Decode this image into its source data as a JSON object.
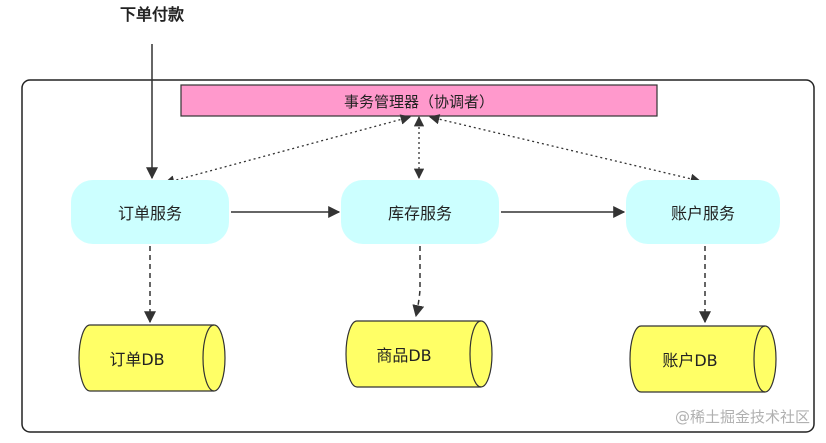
{
  "trigger_label": "下单付款",
  "coordinator_label": "事务管理器（协调者）",
  "services": [
    {
      "label": "订单服务"
    },
    {
      "label": "库存服务"
    },
    {
      "label": "账户服务"
    }
  ],
  "databases": [
    {
      "label": "订单DB"
    },
    {
      "label": "商品DB"
    },
    {
      "label": "账户DB"
    }
  ],
  "watermark": "@稀土掘金技术社区",
  "colors": {
    "coordinator_fill": "#ff99cc",
    "service_fill": "#ccffff",
    "db_fill": "#ffff66",
    "line": "#333333",
    "frame": "#222222"
  }
}
